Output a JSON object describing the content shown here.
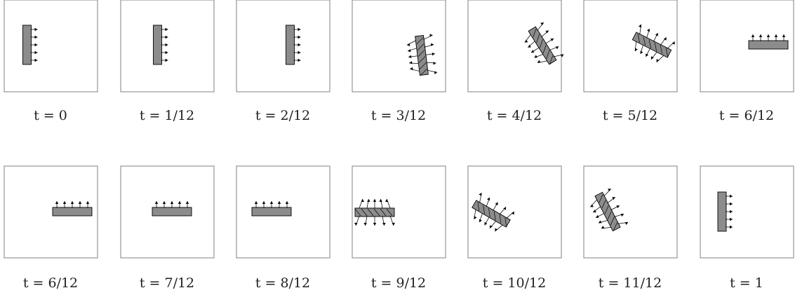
{
  "panels": [
    {
      "label": "t = 0",
      "t": 0
    },
    {
      "label": "t = 1/12",
      "t": 0.0833
    },
    {
      "label": "t = 2/12",
      "t": 0.1667
    },
    {
      "label": "t = 3/12",
      "t": 0.25
    },
    {
      "label": "t = 4/12",
      "t": 0.3333
    },
    {
      "label": "t = 5/12",
      "t": 0.4167
    },
    {
      "label": "t = 6/12",
      "t": 0.5
    },
    {
      "label": "t = 6/12",
      "t": 0.5
    },
    {
      "label": "t = 7/12",
      "t": 0.5833
    },
    {
      "label": "t = 8/12",
      "t": 0.6667
    },
    {
      "label": "t = 9/12",
      "t": 0.75
    },
    {
      "label": "t = 10/12",
      "t": 0.8333
    },
    {
      "label": "t = 11/12",
      "t": 0.9167
    },
    {
      "label": "t = 1",
      "t": 1
    }
  ],
  "colors": {
    "frame": "#8c8c8c",
    "body": "#8c8c8c",
    "ink": "#000000"
  }
}
